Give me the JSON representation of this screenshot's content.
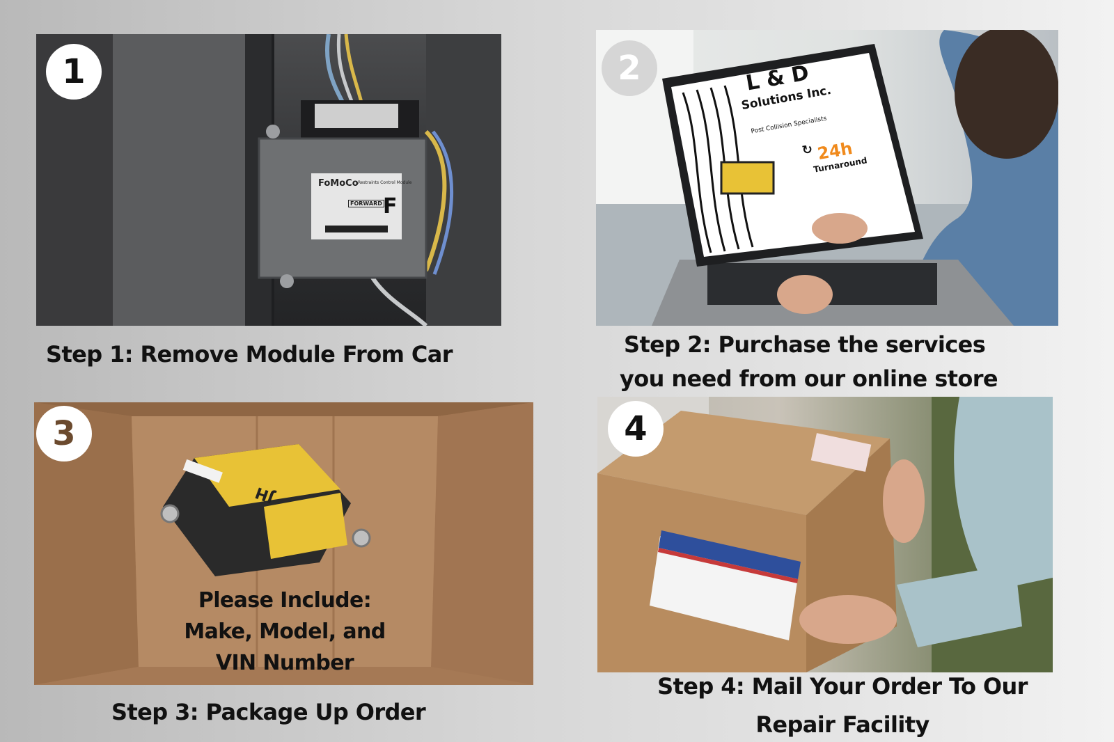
{
  "steps": [
    {
      "number": "1",
      "caption": "Step 1: Remove Module From Car"
    },
    {
      "number": "2",
      "caption_lines": [
        "Step 2: Purchase the services",
        "you need from our online store"
      ]
    },
    {
      "number": "3",
      "caption": "Step 3: Package Up Order"
    },
    {
      "number": "4",
      "caption_lines": [
        "Step 4: Mail Your Order To Our",
        "Repair Facility"
      ]
    }
  ],
  "module_label": {
    "brand": "FoMoCo",
    "title": "Restraints Control Module",
    "forward": "FORWARD",
    "letter": "F"
  },
  "laptop_screen": {
    "logo_line1": "L & D",
    "logo_line2": "Solutions Inc.",
    "tagline": "Post Collision Specialists",
    "turnaround_value": "24h",
    "turnaround_label": "Turnaround"
  },
  "module_sticker": "JH",
  "include_note": [
    "Please Include:",
    "Make, Model, and",
    "VIN Number"
  ],
  "colors": {
    "accent_orange": "#f08a1c",
    "module_yellow": "#e8c236",
    "cardboard": "#b48862",
    "mail_label_blue": "#2e4f9c",
    "mail_label_red": "#c63a3a"
  }
}
